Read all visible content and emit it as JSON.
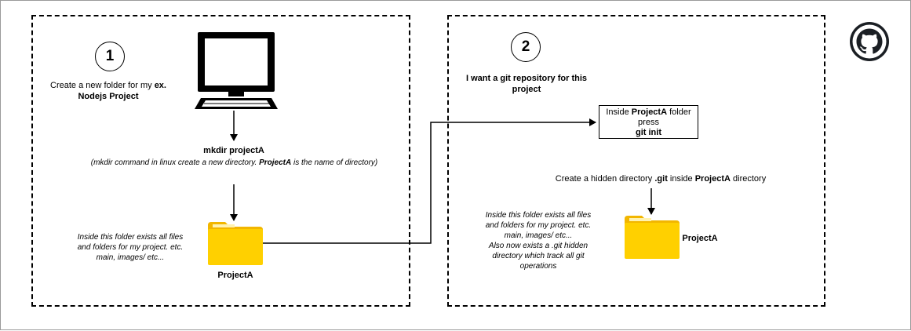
{
  "step1": {
    "number": "1",
    "title_plain": "Create a new folder for my ",
    "title_bold": "ex. Nodejs Project",
    "command": "mkdir projectA",
    "cmd_note_a": "(mkdir command in linux create a new directory. ",
    "cmd_note_bold": "ProjectA",
    "cmd_note_b": " is the name of directory)",
    "folder_note": [
      "Inside this folder exists all files",
      "and folders for my project. etc.",
      "main, images/ etc..."
    ],
    "folder_label": "ProjectA"
  },
  "step2": {
    "number": "2",
    "title": [
      "I want a git repository for this",
      "project"
    ],
    "box_l1_plain": "Inside ",
    "box_l1_bold": "ProjectA",
    "box_l1_end": " folder",
    "box_l2": "press",
    "box_l3": "git init",
    "result_a": "Create a hidden directory ",
    "result_b": ".git",
    "result_c": " inside ",
    "result_d": "ProjectA",
    "result_e": " directory",
    "folder_note": [
      "Inside this folder exists all files",
      "and folders for my project. etc.",
      "main, images/ etc...",
      "Also now exists a .git hidden",
      "directory which track all git",
      "operations"
    ],
    "folder_label": "ProjectA"
  },
  "icons": {
    "computer": "computer-monitor-icon",
    "folder": "folder-icon",
    "brand": "github-logo-icon"
  },
  "colors": {
    "folder_front": "#FFD000",
    "folder_back": "#F2B600",
    "dash": "#000000"
  }
}
